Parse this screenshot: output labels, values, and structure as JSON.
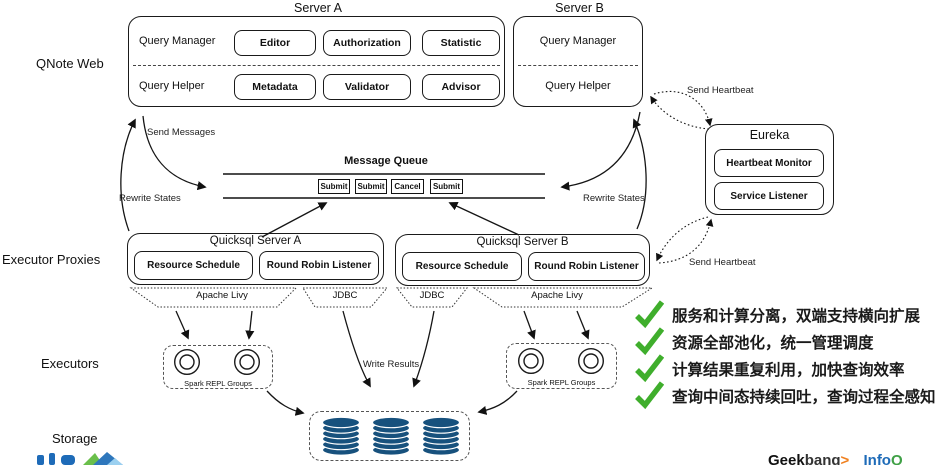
{
  "sections": {
    "qnote_web": "QNote Web",
    "executor_proxies": "Executor Proxies",
    "executors": "Executors",
    "storage": "Storage"
  },
  "server_a": {
    "title": "Server A",
    "rows": [
      {
        "label": "Query Manager",
        "modules": [
          "Editor",
          "Authorization",
          "Statistic"
        ]
      },
      {
        "label": "Query Helper",
        "modules": [
          "Metadata",
          "Validator",
          "Advisor"
        ]
      }
    ]
  },
  "server_b": {
    "title": "Server B",
    "rows": [
      {
        "label": "Query Manager"
      },
      {
        "label": "Query Helper"
      }
    ]
  },
  "eureka": {
    "title": "Eureka",
    "modules": [
      "Heartbeat Monitor",
      "Service Listener"
    ]
  },
  "message_queue": {
    "title": "Message Queue",
    "items": [
      "Submit",
      "Submit",
      "Cancel",
      "Submit"
    ]
  },
  "quicksql_a": {
    "title": "Quicksql Server A",
    "modules": [
      "Resource Schedule",
      "Round Robin Listener"
    ],
    "connectors": [
      "Apache Livy",
      "JDBC"
    ]
  },
  "quicksql_b": {
    "title": "Quicksql Server B",
    "modules": [
      "Resource Schedule",
      "Round Robin Listener"
    ],
    "connectors": [
      "JDBC",
      "Apache Livy"
    ]
  },
  "spark_groups": {
    "label": "Spark REPL Groups"
  },
  "arrow_labels": {
    "send_messages": "Send Messages",
    "rewrite_states_left": "Rewrite States",
    "rewrite_states_right": "Rewrite States",
    "send_heartbeat_top": "Send Heartbeat",
    "send_heartbeat_bottom": "Send Heartbeat",
    "write_results": "Write Results"
  },
  "features": {
    "items": [
      "服务和计算分离，双端支持横向扩展",
      "资源全部池化，统一管理调度",
      "计算结果重复利用，加快查询效率",
      "查询中间态持续回吐，查询过程全感知"
    ]
  },
  "footer": {
    "brand_right_1": "Geek",
    "brand_right_1b": "bang",
    "brand_right_1_symbol": ">",
    "brand_right_2_info": "Info",
    "brand_right_2_q": "Q"
  },
  "colors": {
    "database": "#17517D",
    "check_green": "#3FAE2C",
    "brand_orange": "#F0801F",
    "brand_blue": "#1E6BB8",
    "brand_green": "#3FA046"
  }
}
